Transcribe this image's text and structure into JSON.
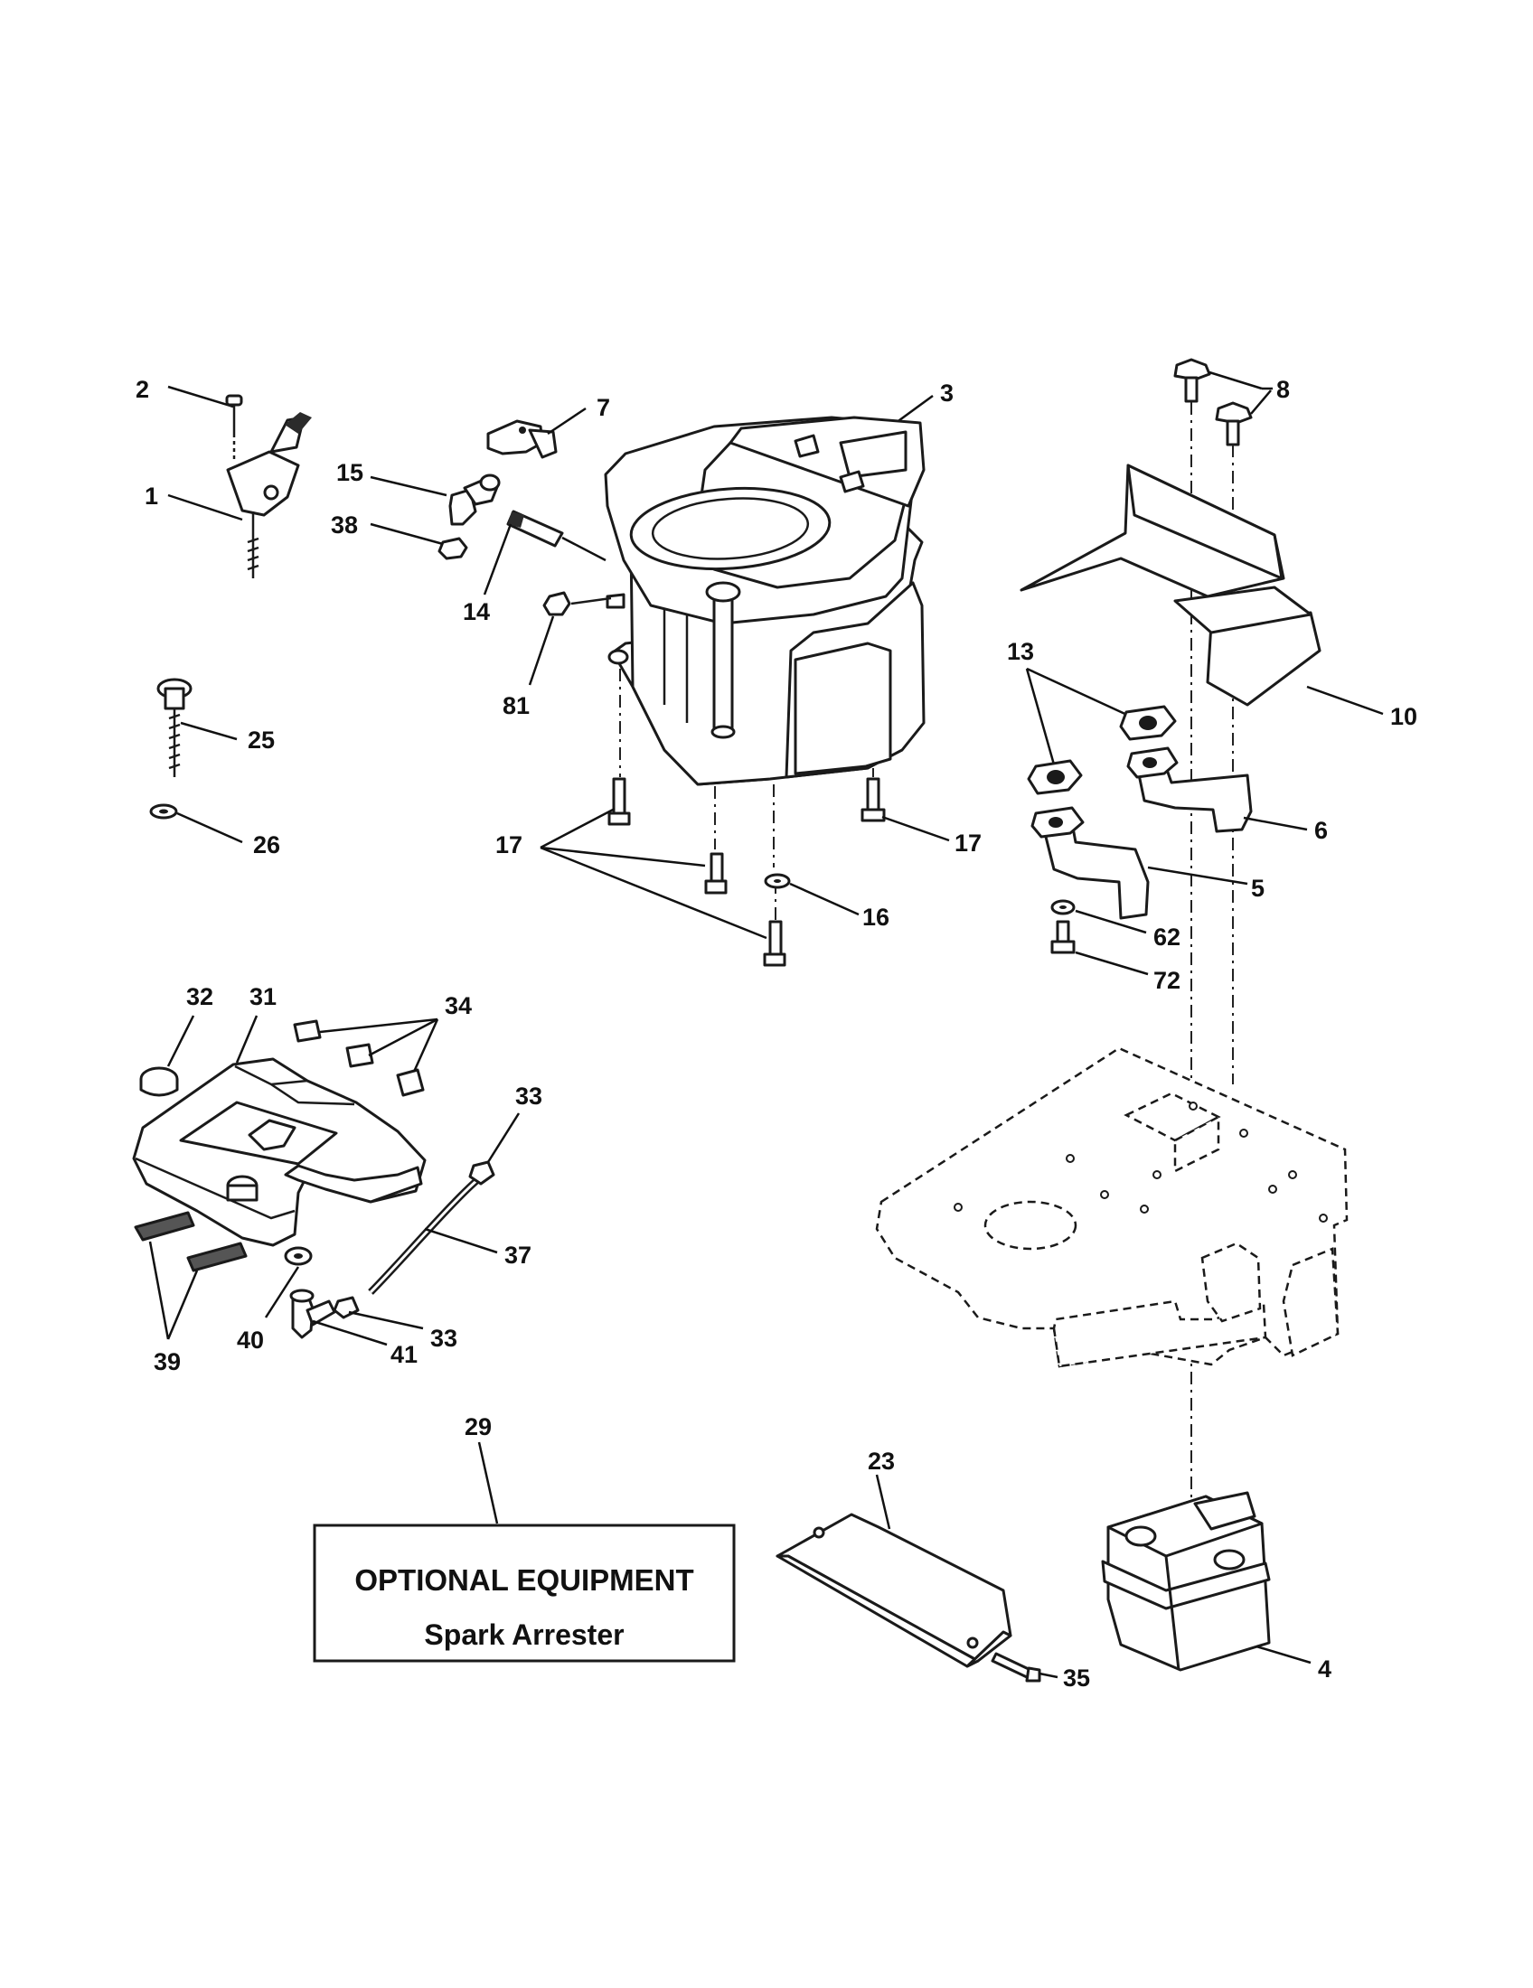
{
  "callouts": {
    "c1": "1",
    "c2": "2",
    "c3": "3",
    "c4": "4",
    "c5": "5",
    "c6": "6",
    "c7": "7",
    "c8": "8",
    "c10": "10",
    "c13": "13",
    "c14": "14",
    "c15": "15",
    "c16": "16",
    "c17a": "17",
    "c17b": "17",
    "c23": "23",
    "c25": "25",
    "c26": "26",
    "c29": "29",
    "c31": "31",
    "c32": "32",
    "c33a": "33",
    "c33b": "33",
    "c34": "34",
    "c35": "35",
    "c37": "37",
    "c38": "38",
    "c39": "39",
    "c40": "40",
    "c41": "41",
    "c62": "62",
    "c72": "72",
    "c81": "81"
  },
  "optional_box": {
    "heading": "OPTIONAL EQUIPMENT",
    "item": "Spark Arrester"
  }
}
